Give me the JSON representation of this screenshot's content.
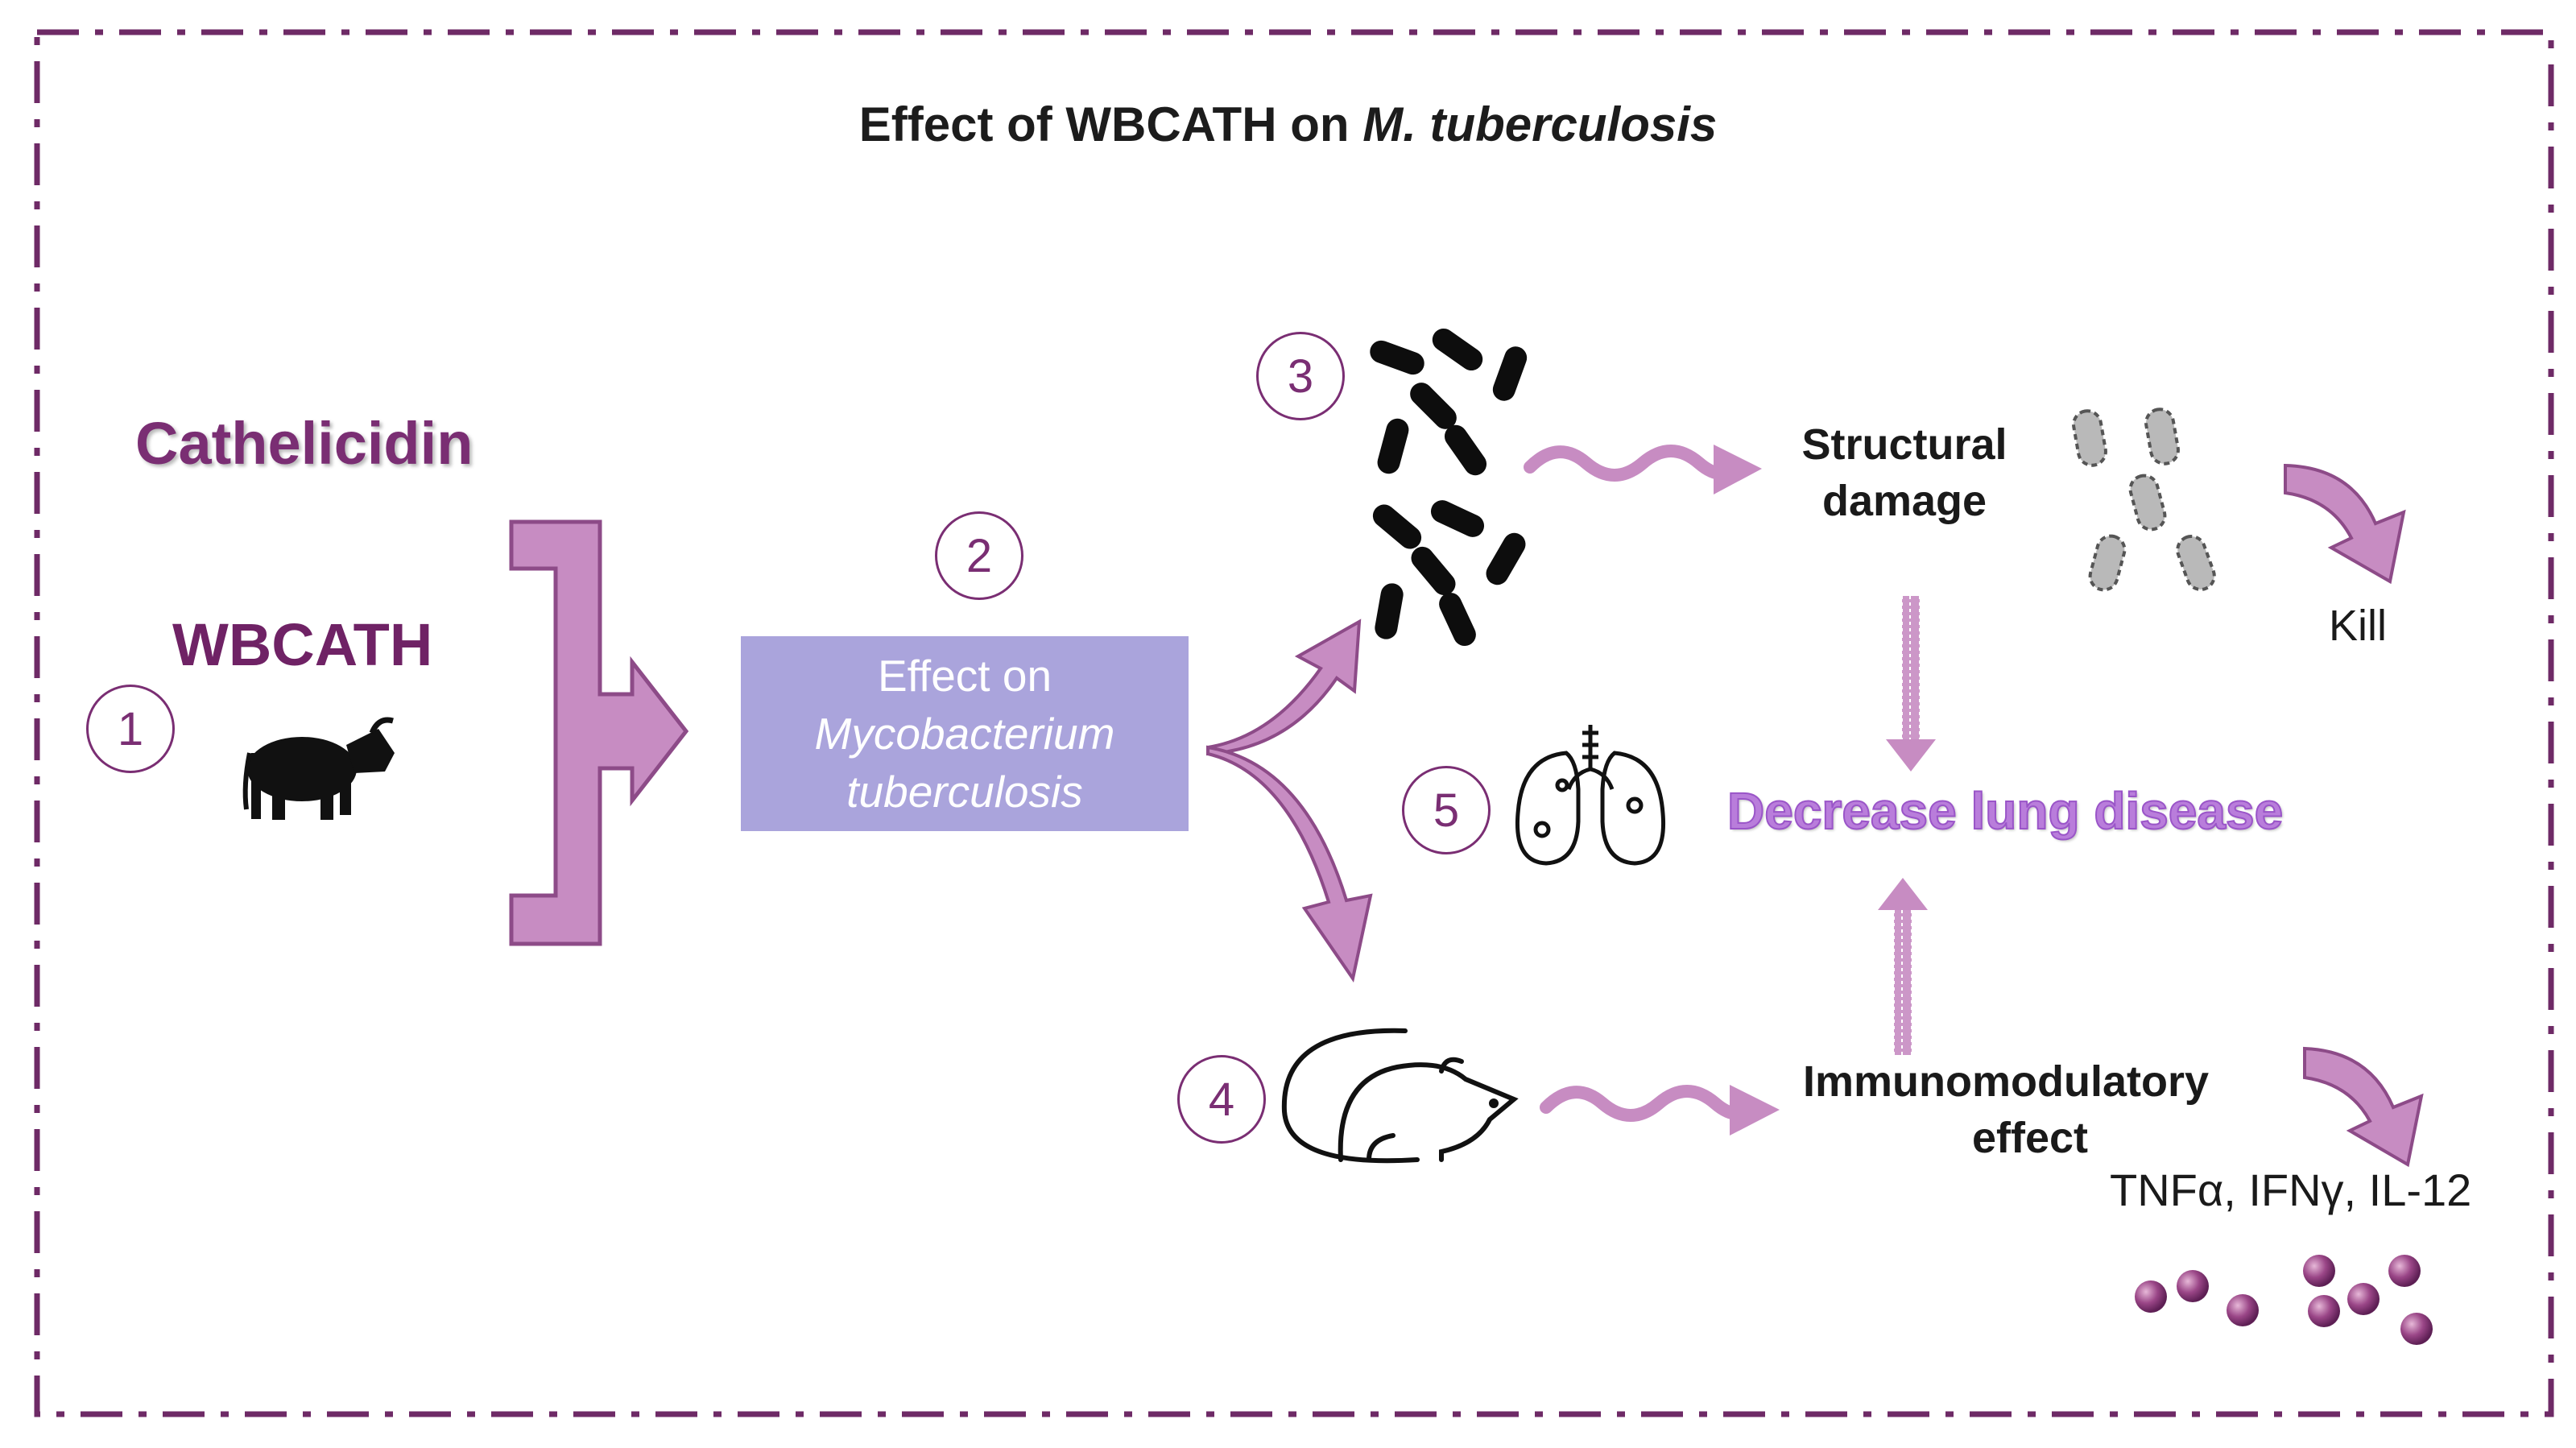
{
  "title": {
    "main": "Effect of WBCATH on ",
    "italic": "M. tuberculosis"
  },
  "cathelicidin_label": "Cathelicidin",
  "wbcath_label": "WBCATH",
  "effect_box": {
    "line1": "Effect on",
    "line2": "Mycobacterium",
    "line3": "tuberculosis"
  },
  "steps": [
    "1",
    "2",
    "3",
    "4",
    "5"
  ],
  "structural_damage": {
    "line1": "Structural",
    "line2": "damage"
  },
  "kill_label": "Kill",
  "decrease_label": "Decrease lung disease",
  "immunomodulatory": {
    "line1": "Immunomodulatory",
    "line2": "effect"
  },
  "cytokines": "TNFα, IFNγ, IL-12",
  "colors": {
    "border": "#6e2a66",
    "arrow": "#c78cc2",
    "arrow_stroke": "#8d4b88",
    "box": "#aaa4dc",
    "bead": "#8e3d7c"
  },
  "icons": [
    "cow-icon",
    "bacteria-icon",
    "dead-bacteria-icon",
    "lungs-icon",
    "mouse-icon",
    "cytokine-beads-icon",
    "curved-arrow-icon",
    "wavy-arrow-icon"
  ]
}
